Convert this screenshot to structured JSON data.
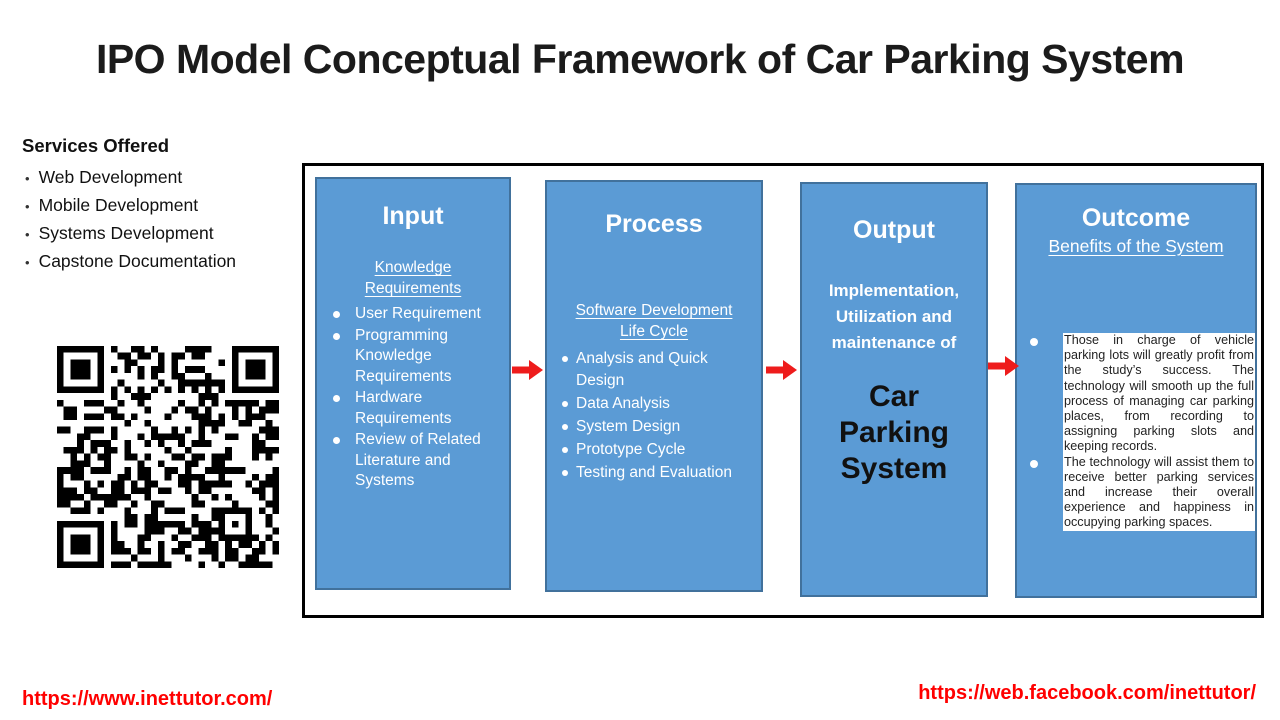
{
  "title": "IPO Model Conceptual Framework of Car Parking System",
  "services": {
    "heading": "Services Offered",
    "items": [
      "Web Development",
      "Mobile Development",
      "Systems Development",
      "Capstone Documentation"
    ]
  },
  "diagram": {
    "input": {
      "title": "Input",
      "subtitle": "Knowledge Requirements",
      "items": [
        "User Requirement",
        "Programming Knowledge Requirements",
        "Hardware Requirements",
        "Review of Related Literature and Systems"
      ]
    },
    "process": {
      "title": "Process",
      "subtitle": "Software Development Life Cycle",
      "items": [
        "Analysis and Quick Design",
        "Data Analysis",
        "System Design",
        "Prototype Cycle",
        "Testing and Evaluation"
      ]
    },
    "output": {
      "title": "Output",
      "lead": "Implementation, Utilization and maintenance of",
      "system_name": "Car Parking System"
    },
    "outcome": {
      "title": "Outcome",
      "subtitle": "Benefits of the System",
      "items": [
        "Those in charge of vehicle parking lots will greatly profit from the study’s success. The technology will smooth up the full process of managing car parking places, from recording to assigning parking slots and keeping records.",
        "The technology will assist them to receive better parking services and increase their overall experience and happiness in occupying parking spaces."
      ]
    }
  },
  "links": {
    "left": "https://www.inettutor.com/",
    "right": "https://web.facebook.com/inettutor/"
  },
  "colors": {
    "box_fill": "#5b9bd5",
    "box_border": "#41719c",
    "arrow_red": "#ee1c1c",
    "link_red": "#ff0000",
    "frame_black": "#000000"
  }
}
